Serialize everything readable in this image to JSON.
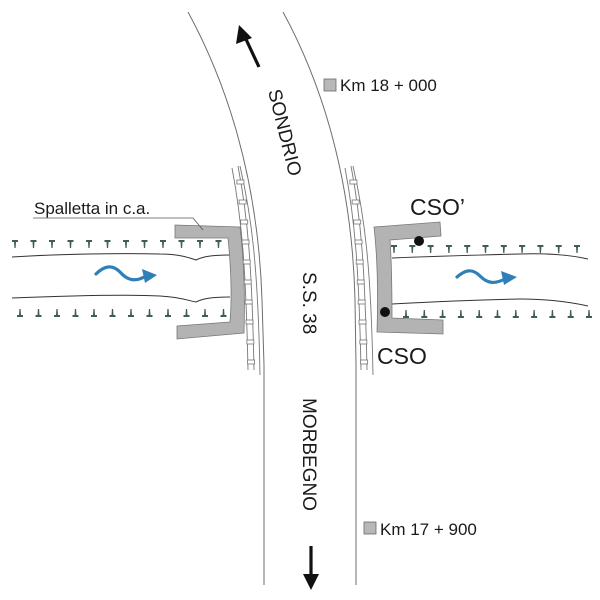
{
  "diagram": {
    "road": {
      "name": "S.S. 38",
      "direction_north": "SONDRIO",
      "direction_south": "MORBEGNO"
    },
    "km_markers": [
      {
        "label": "Km 18 + 000"
      },
      {
        "label": "Km 17 + 900"
      }
    ],
    "labels": {
      "wall": "Spalletta in c.a.",
      "point_upstream": "CSO’",
      "point_downstream": "CSO"
    },
    "colors": {
      "flow_arrow": "#2f80b9",
      "wall_fill": "#b3b3b3",
      "vegetation": "#3f5f55"
    }
  }
}
